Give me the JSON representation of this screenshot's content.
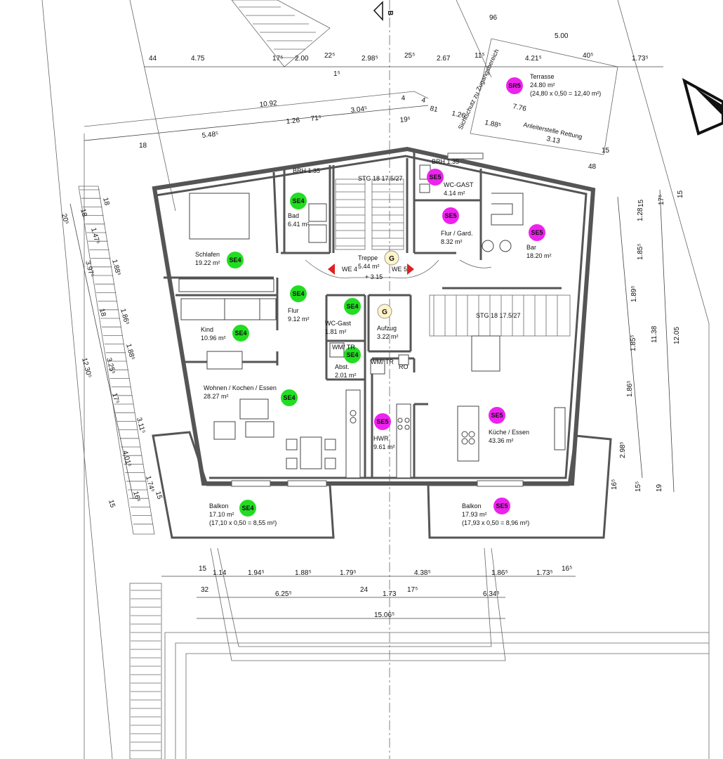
{
  "section_marker": "B",
  "colors": {
    "se4": "#22dd22",
    "se5": "#ee22ee",
    "g": "#fff3c8",
    "arrow": "#e02020"
  },
  "rooms": [
    {
      "id": "schlafen",
      "name": "Schlafen",
      "area": "19.22 m²",
      "badge": "SE4"
    },
    {
      "id": "bad",
      "name": "Bad",
      "area": "6.41 m²",
      "badge": "SE4"
    },
    {
      "id": "treppe",
      "name": "Treppe",
      "area": "5.44 m²",
      "extra": "+ 3.15"
    },
    {
      "id": "flur4",
      "name": "Flur",
      "area": "9.12 m²",
      "badge": "SE4"
    },
    {
      "id": "kind",
      "name": "Kind",
      "area": "10.96 m²",
      "badge": "SE4"
    },
    {
      "id": "wcgast4",
      "name": "WC-Gast",
      "area": "1.81 m²",
      "badge": "SE4"
    },
    {
      "id": "abst",
      "name": "Abst.",
      "area": "2.01 m²",
      "badge": "SE4"
    },
    {
      "id": "aufzug",
      "name": "Aufzug",
      "area": "3.22 m²"
    },
    {
      "id": "wohnen",
      "name": "Wohnen / Kochen / Essen",
      "area": "28.27 m²",
      "badge": "SE4"
    },
    {
      "id": "wcgast5",
      "name": "WC-GAST",
      "area": "4.14 m²",
      "badge": "SE5"
    },
    {
      "id": "flur5",
      "name": "Flur / Gard.",
      "area": "8.32 m²",
      "badge": "SE5"
    },
    {
      "id": "bar",
      "name": "Bar",
      "area": "18.20 m²",
      "badge": "SE5"
    },
    {
      "id": "hwr",
      "name": "HWR",
      "area": "9.61 m²",
      "badge": "SE5"
    },
    {
      "id": "kueche",
      "name": "Küche / Essen",
      "area": "43.36 m²",
      "badge": "SE5"
    },
    {
      "id": "terrasse",
      "name": "Terrasse",
      "area": "24.80 m²",
      "calc": "(24,80 x 0,50 = 12,40 m²)",
      "badge": "SR5"
    },
    {
      "id": "balkon4",
      "name": "Balkon",
      "area": "17.10 m²",
      "calc": "(17,10 x 0,50 = 8,55 m²)",
      "badge": "SE4"
    },
    {
      "id": "balkon5",
      "name": "Balkon",
      "area": "17.93 m²",
      "calc": "(17,93 x 0,50 = 8,96 m²)",
      "badge": "SE5"
    }
  ],
  "g_labels": [
    "G",
    "G"
  ],
  "stair_tags": [
    "STG 18 17.5/27",
    "STG 18 17.5/27"
  ],
  "we_labels": [
    "WE 4",
    "WE 5"
  ],
  "wmtr": [
    "WM/ TR",
    "WM/ TR"
  ],
  "small_labels": {
    "brh1": "BRH 1.35",
    "brh2": "BRH 1.35",
    "ro": "RO",
    "sichtschutz": "Sichtschutz zu Zugangsbereich",
    "anleiter": "Anleiterstelle Rettung",
    "v313": "3.13"
  },
  "dims_top": [
    "44",
    "4.75",
    "17⁵",
    "2.00",
    "22⁵",
    "2.98⁵",
    "25⁵",
    "2.67",
    "11⁵",
    "4.21⁵",
    "40⁵",
    "1.73⁵",
    "96",
    "5.00",
    "1⁵"
  ],
  "dims_second": [
    "10.92",
    "1.26",
    "71⁵",
    "3.04⁵",
    "4",
    "19⁵",
    "4",
    "81",
    "1.26",
    "1.88⁵",
    "7.76"
  ],
  "dims_third": [
    "18",
    "5.48⁵",
    "15",
    "48"
  ],
  "dims_left": [
    "20⁵",
    "18",
    "1.47⁵",
    "18",
    "3.97⁵",
    "1.88⁵",
    "18",
    "1.86⁵",
    "12.30⁵",
    "3.25⁵",
    "1.88⁵",
    "17⁵",
    "3.11⁵",
    "4.01⁵",
    "1.74⁵",
    "16⁵",
    "15",
    "15"
  ],
  "dims_right": [
    "1.28",
    "17⁵",
    "15",
    "15",
    "1.85⁵",
    "1.89⁵",
    "11.38",
    "12.05",
    "1.85⁵",
    "1.86⁵",
    "2.98⁵",
    "16⁵",
    "15⁵",
    "19"
  ],
  "dims_bottom1": [
    "15",
    "1.14",
    "1.94⁵",
    "1.88⁵",
    "1.79⁵",
    "4.38⁵",
    "1.86⁵",
    "1.73⁵",
    "16⁵"
  ],
  "dims_bottom2": [
    "32",
    "6.25⁵",
    "24",
    "1.73",
    "17⁵",
    "6.34⁵"
  ],
  "dims_bottom3": [
    "15.06⁵"
  ]
}
